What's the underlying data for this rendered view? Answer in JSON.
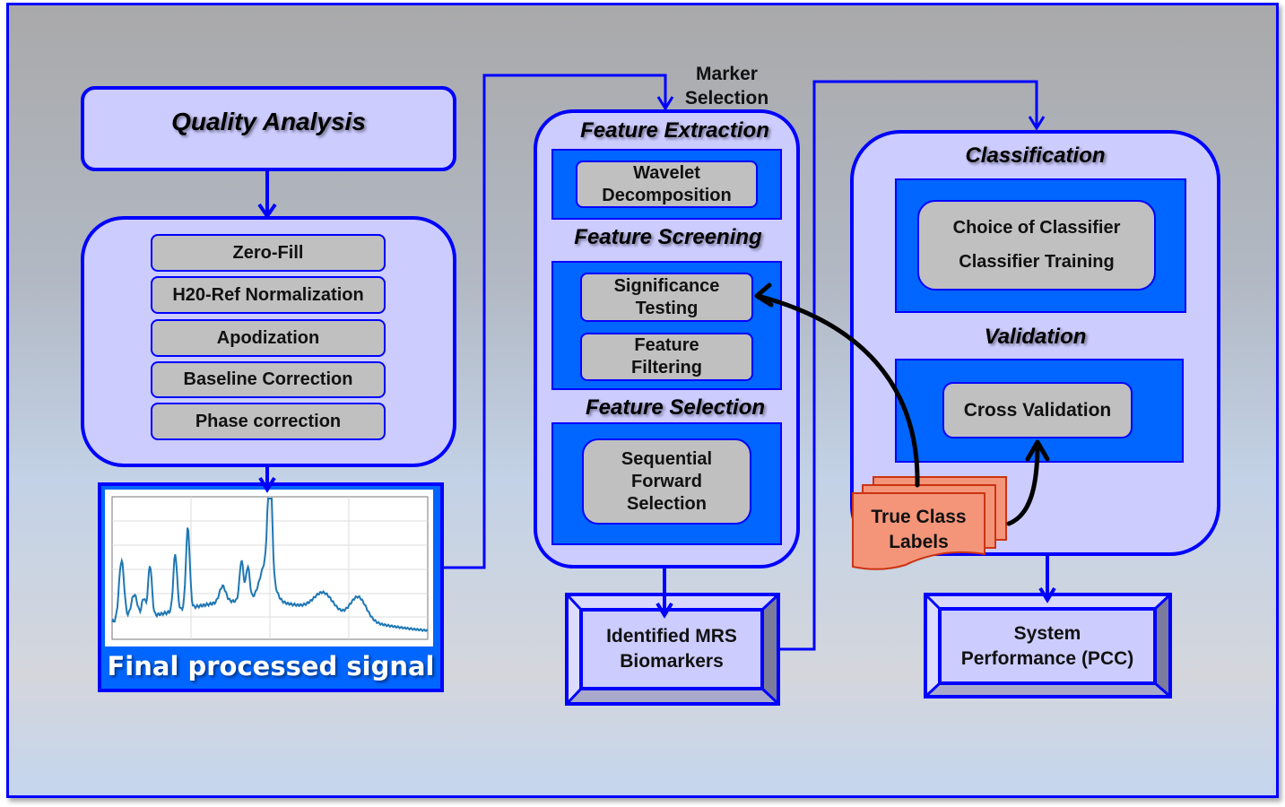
{
  "quality_analysis": {
    "title": "Quality Analysis"
  },
  "preprocessing": {
    "steps": [
      "Zero-Fill",
      "H20-Ref Normalization",
      "Apodization",
      "Baseline Correction",
      "Phase correction"
    ]
  },
  "final_signal": {
    "caption": "Final processed signal",
    "spectrum_color": "#1f77b4"
  },
  "marker_selection": {
    "label_line1": "Marker",
    "label_line2": "Selection",
    "feature_extraction": {
      "title": "Feature  Extraction",
      "item_line1": "Wavelet",
      "item_line2": "Decomposition"
    },
    "feature_screening": {
      "title": "Feature  Screening",
      "items": [
        {
          "line1": "Significance",
          "line2": "Testing"
        },
        {
          "line1": "Feature",
          "line2": "Filtering"
        }
      ]
    },
    "feature_selection": {
      "title": "Feature Selection",
      "item_line1": "Sequential",
      "item_line2": "Forward",
      "item_line3": "Selection"
    }
  },
  "biomarkers": {
    "line1": "Identified MRS",
    "line2": "Biomarkers"
  },
  "classification": {
    "title": "Classification",
    "item_line1": "Choice of Classifier",
    "item_line2": "Classifier Training",
    "validation_title": "Validation",
    "validation_item": "Cross Validation"
  },
  "true_class_labels": {
    "line1": "True Class",
    "line2": "Labels",
    "color": "#f4957a"
  },
  "system_performance": {
    "line1": "System",
    "line2": "Performance (PCC)"
  },
  "colors": {
    "connector": "#0000ff",
    "box_fill": "#ccccff",
    "panel_fill": "#0066ff",
    "item_fill": "#c0c0c0"
  }
}
